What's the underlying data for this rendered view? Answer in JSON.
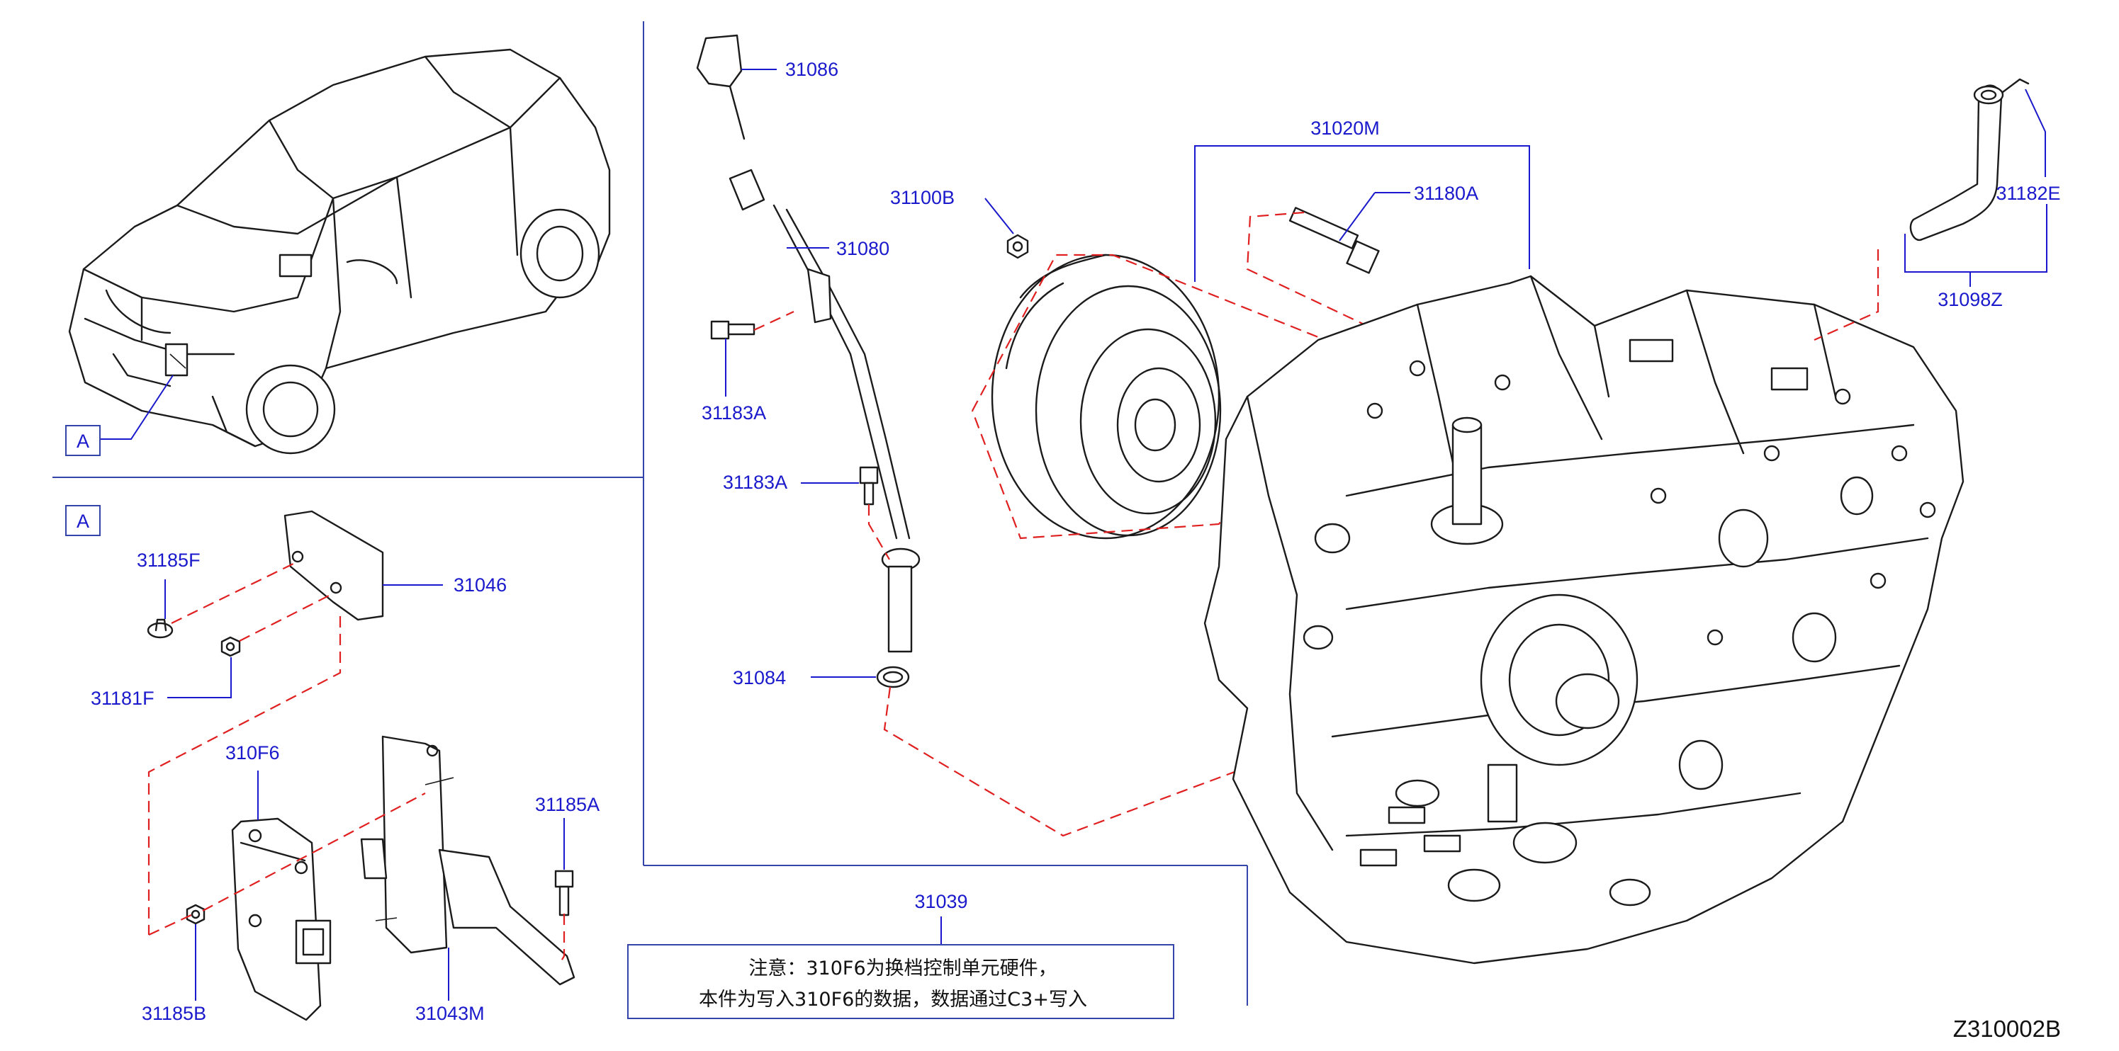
{
  "diagram_id": "Z310002B",
  "view_marker": "A",
  "parts": {
    "p31086": "31086",
    "p31080": "31080",
    "p31100B": "31100B",
    "p31020M": "31020M",
    "p31180A": "31180A",
    "p31182E": "31182E",
    "p31098Z": "31098Z",
    "p31183A_1": "31183A",
    "p31183A_2": "31183A",
    "p31084": "31084",
    "p31185F": "31185F",
    "p31046": "31046",
    "p31181F": "31181F",
    "p310F6": "310F6",
    "p31185A": "31185A",
    "p31185B": "31185B",
    "p31043M": "31043M",
    "p31039": "31039"
  },
  "note": {
    "line1": "注意：310F6为换档控制单元硬件，",
    "line2": "本件为写入310F6的数据，数据通过C3+写入"
  },
  "colors": {
    "label": "#1a1acc",
    "frame": "#3344aa",
    "dashed_guide": "#e02020",
    "ink": "#1b1b1b"
  }
}
